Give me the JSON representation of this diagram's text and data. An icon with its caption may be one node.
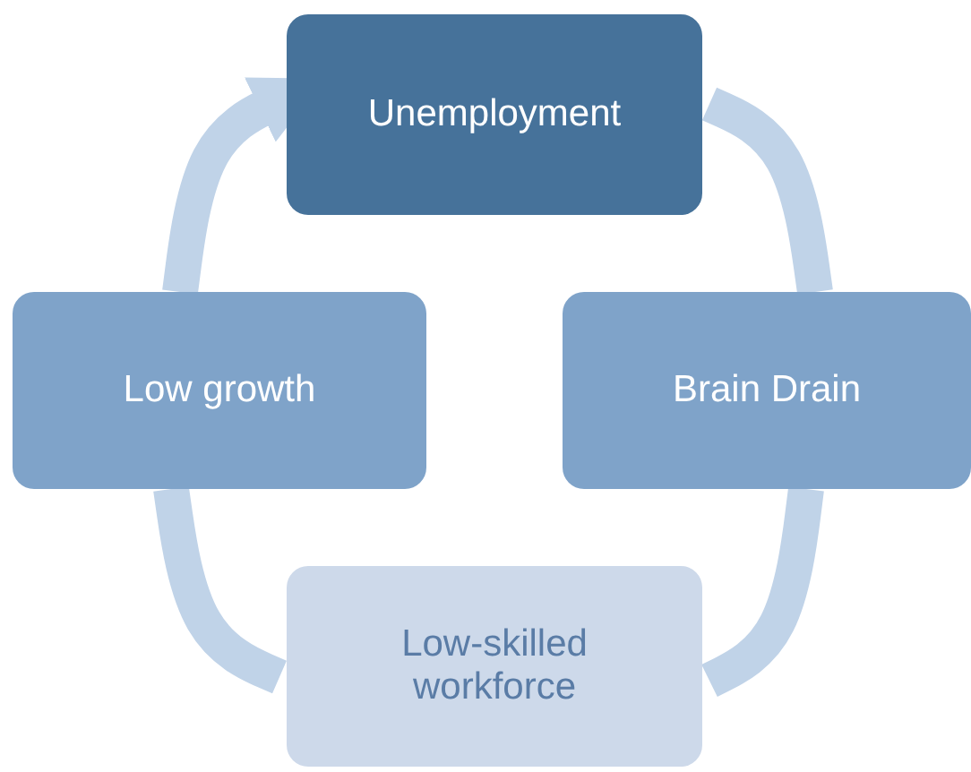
{
  "diagram": {
    "nodes": [
      {
        "text": [
          "Unemployment"
        ]
      },
      {
        "text": [
          "Low growth"
        ]
      },
      {
        "text": [
          "Brain Drain"
        ]
      },
      {
        "text": [
          "Low-skilled workforce"
        ]
      }
    ],
    "edges": [
      {
        "from": 0,
        "to": 2,
        "arrow": "none"
      },
      {
        "from": 2,
        "to": 3,
        "arrow": "none"
      },
      {
        "from": 3,
        "to": 1,
        "arrow": "none"
      },
      {
        "from": 1,
        "to": 0,
        "arrow": "to"
      }
    ]
  }
}
